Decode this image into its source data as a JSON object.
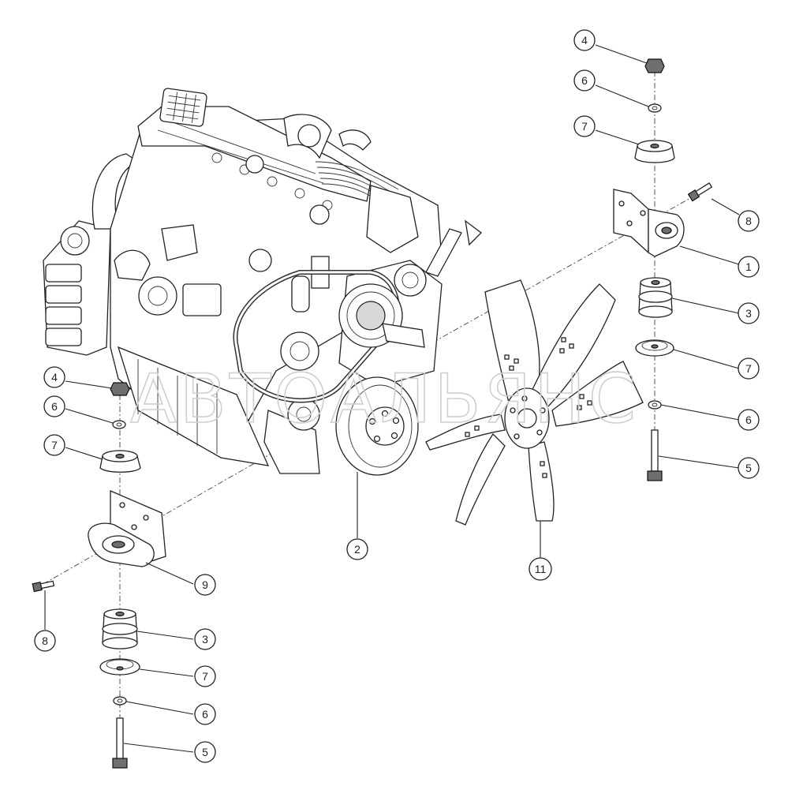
{
  "watermark": "АВТОАЛЬЯНС",
  "callouts": [
    {
      "id": "c-4-top",
      "label": "4"
    },
    {
      "id": "c-6-top",
      "label": "6"
    },
    {
      "id": "c-7-top",
      "label": "7"
    },
    {
      "id": "c-8-right",
      "label": "8"
    },
    {
      "id": "c-1",
      "label": "1"
    },
    {
      "id": "c-3-right",
      "label": "3"
    },
    {
      "id": "c-7-right",
      "label": "7"
    },
    {
      "id": "c-6-right",
      "label": "6"
    },
    {
      "id": "c-5-right",
      "label": "5"
    },
    {
      "id": "c-11",
      "label": "11"
    },
    {
      "id": "c-2",
      "label": "2"
    },
    {
      "id": "c-4-left",
      "label": "4"
    },
    {
      "id": "c-6-left",
      "label": "6"
    },
    {
      "id": "c-7-left",
      "label": "7"
    },
    {
      "id": "c-9",
      "label": "9"
    },
    {
      "id": "c-8-left",
      "label": "8"
    },
    {
      "id": "c-3-left",
      "label": "3"
    },
    {
      "id": "c-7-bottom",
      "label": "7"
    },
    {
      "id": "c-6-bottom",
      "label": "6"
    },
    {
      "id": "c-5-bottom",
      "label": "5"
    }
  ]
}
